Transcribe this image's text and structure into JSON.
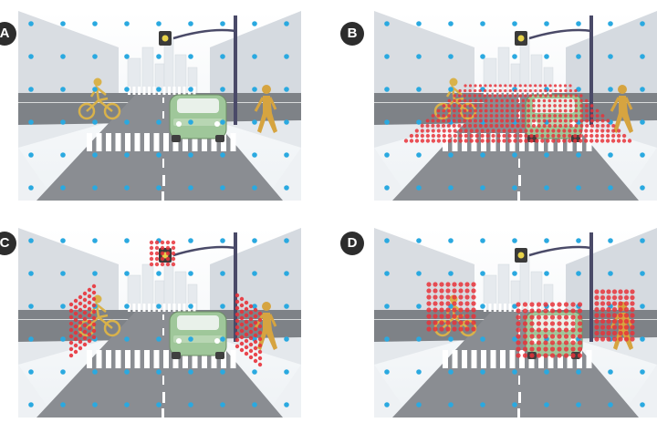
{
  "panels": [
    {
      "label": "A",
      "highlight": "none"
    },
    {
      "label": "B",
      "highlight": "ground-plane"
    },
    {
      "label": "C",
      "highlight": "vertical-planes"
    },
    {
      "label": "D",
      "highlight": "object-boxes"
    }
  ],
  "colors": {
    "sky": "#ffffff",
    "road": "#8a8d92",
    "sidewalk": "#e4e8ec",
    "building": "#d9dde2",
    "car": "#9fc79a",
    "cyclist": "#d9b24a",
    "pedestrian": "#d6a440",
    "blue_dot": "#2aa9e0",
    "red_dot": "#e8323a",
    "badge": "#2d2d2d"
  },
  "icons": [
    "traffic-light-icon",
    "car-icon",
    "cyclist-icon",
    "pedestrian-icon"
  ]
}
